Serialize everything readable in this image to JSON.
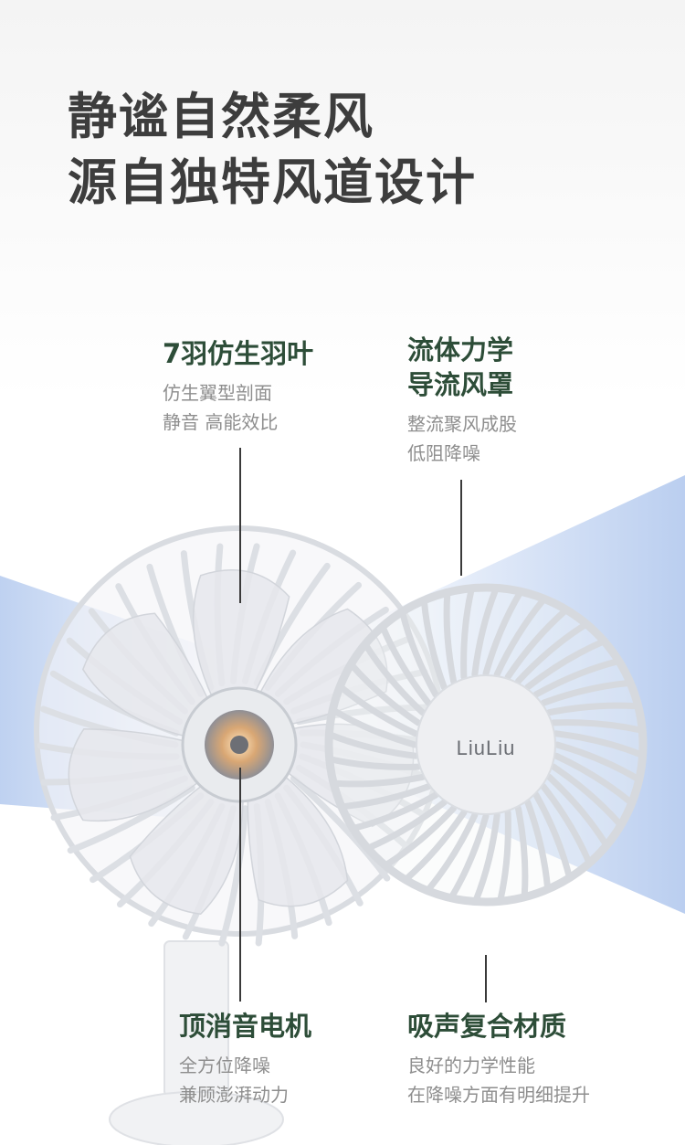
{
  "headline": {
    "line1": "静谧自然柔风",
    "line2": "源自独特风道设计"
  },
  "callouts": {
    "blade": {
      "title": "7羽仿生羽叶",
      "lines": [
        "仿生翼型剖面",
        "静音 高能效比"
      ]
    },
    "guard": {
      "title_lines": [
        "流体力学",
        "导流风罩"
      ],
      "lines": [
        "整流聚风成股",
        "低阻降噪"
      ]
    },
    "motor": {
      "title": "顶消音电机",
      "lines": [
        "全方位降噪",
        "兼顾澎湃动力"
      ]
    },
    "sound": {
      "title": "吸声复合材质",
      "lines": [
        "良好的力学性能",
        "在降噪方面有明细提升"
      ]
    }
  },
  "brand": {
    "logo_text": "LiuLiu"
  },
  "colors": {
    "headline": "#3d3d3d",
    "callout_title": "#2d4d38",
    "callout_text": "#8e8e8e",
    "fan_body": "#f2f3f5",
    "airflow": "#a9c2ec"
  }
}
